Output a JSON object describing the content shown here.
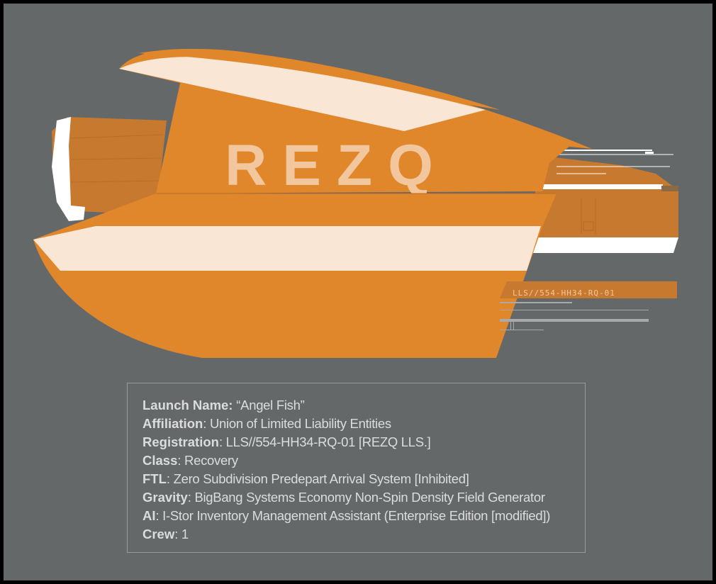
{
  "ship": {
    "hull_logo": "REZQ",
    "hull_registration": "LLS//554-HH34-RQ-01"
  },
  "colors": {
    "background": "#656868",
    "hull_orange": "#e0862b",
    "hull_dark": "#c77a2f",
    "stripe_cream": "#fae6d4",
    "white": "#ffffff"
  },
  "specs": {
    "launch_name": {
      "label": "Launch Name:",
      "value": " “Angel Fish”"
    },
    "affiliation": {
      "label": "Affiliation",
      "value": ": Union of Limited Liability Entities"
    },
    "registration": {
      "label": "Registration",
      "value": ": LLS//554-HH34-RQ-01 [REZQ LLS.]"
    },
    "class": {
      "label": "Class",
      "value": ": Recovery"
    },
    "ftl": {
      "label": "FTL",
      "value": ": Zero Subdivision Predepart Arrival System [Inhibited]"
    },
    "gravity": {
      "label": "Gravity",
      "value": ": BigBang Systems Economy Non-Spin Density Field Generator"
    },
    "ai": {
      "label": "AI",
      "value": ": I-Stor Inventory Management Assistant (Enterprise Edition [modified])"
    },
    "crew": {
      "label": "Crew",
      "value": ": 1"
    }
  }
}
